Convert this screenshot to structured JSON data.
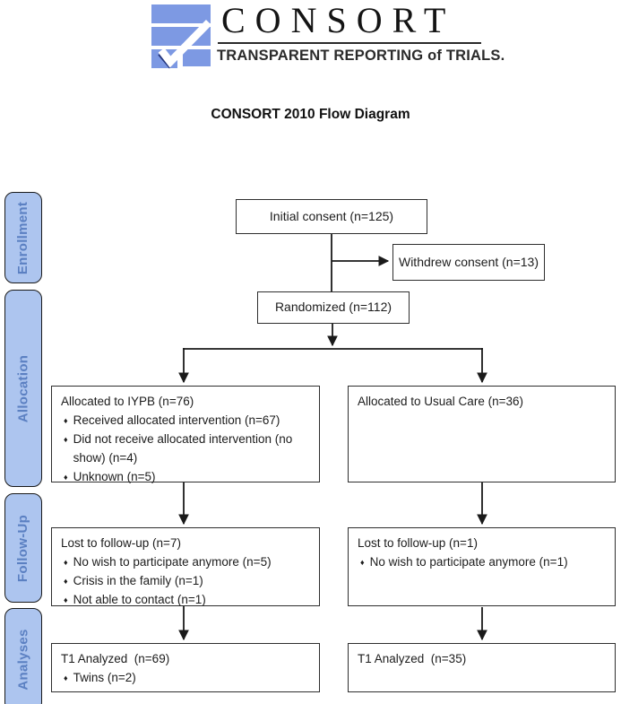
{
  "logo": {
    "title": "CONSORT",
    "subtitle": "TRANSPARENT REPORTING of TRIALS."
  },
  "page_title": "CONSORT 2010 Flow Diagram",
  "icons": {
    "bullet": "♦"
  },
  "colors": {
    "logo_blue": "#7d99e3",
    "logo_check_navy": "#23357d",
    "stage_fill": "#adc5ef",
    "stage_text": "#5b80c2",
    "box_border": "#2e2e2e",
    "arrow": "#1a1a1a"
  },
  "stages": [
    "Enrollment",
    "Allocation",
    "Follow-Up",
    "Analyses"
  ],
  "flow": {
    "initial_consent": {
      "label": "Initial consent (n=125)"
    },
    "withdrew_consent": {
      "label": "Withdrew consent (n=13)"
    },
    "randomized": {
      "label": "Randomized (n=112)"
    },
    "allocation_left": {
      "title": "Allocated to IYPB (n=76)",
      "bullets": [
        "Received allocated intervention (n=67)",
        "Did not receive allocated intervention (no show) (n=4)",
        "Unknown (n=5)"
      ]
    },
    "allocation_right": {
      "title": "Allocated to Usual Care (n=36)"
    },
    "followup_left": {
      "title": "Lost to follow-up (n=7)",
      "bullets": [
        "No wish to participate anymore (n=5)",
        "Crisis in the family (n=1)",
        "Not able to contact (n=1)"
      ]
    },
    "followup_right": {
      "title": "Lost to follow-up (n=1)",
      "bullets": [
        "No wish to participate anymore (n=1)"
      ]
    },
    "analyses_left": {
      "title": "T1 Analyzed  (n=69)",
      "bullets": [
        "Twins (n=2)"
      ]
    },
    "analyses_right": {
      "title": "T1 Analyzed  (n=35)"
    }
  }
}
